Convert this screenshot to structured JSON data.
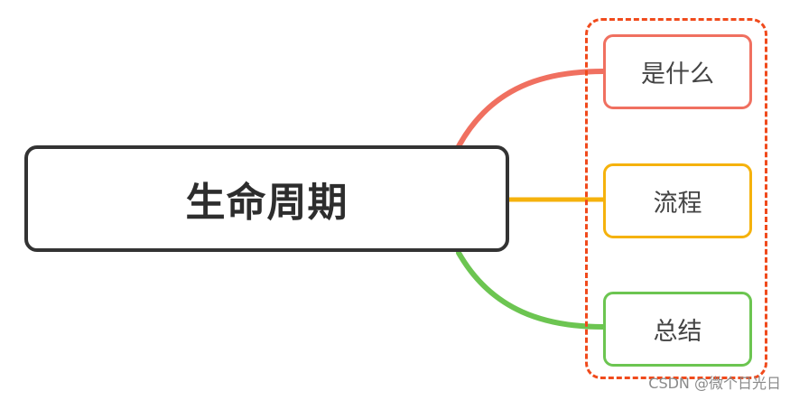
{
  "root": {
    "label": "生命周期"
  },
  "branches": [
    {
      "label": "是什么",
      "color": "#f07060"
    },
    {
      "label": "流程",
      "color": "#f5b20d"
    },
    {
      "label": "总结",
      "color": "#6cc551"
    }
  ],
  "group_frame_color": "#f04a1c",
  "watermark": "CSDN @微个日光日"
}
